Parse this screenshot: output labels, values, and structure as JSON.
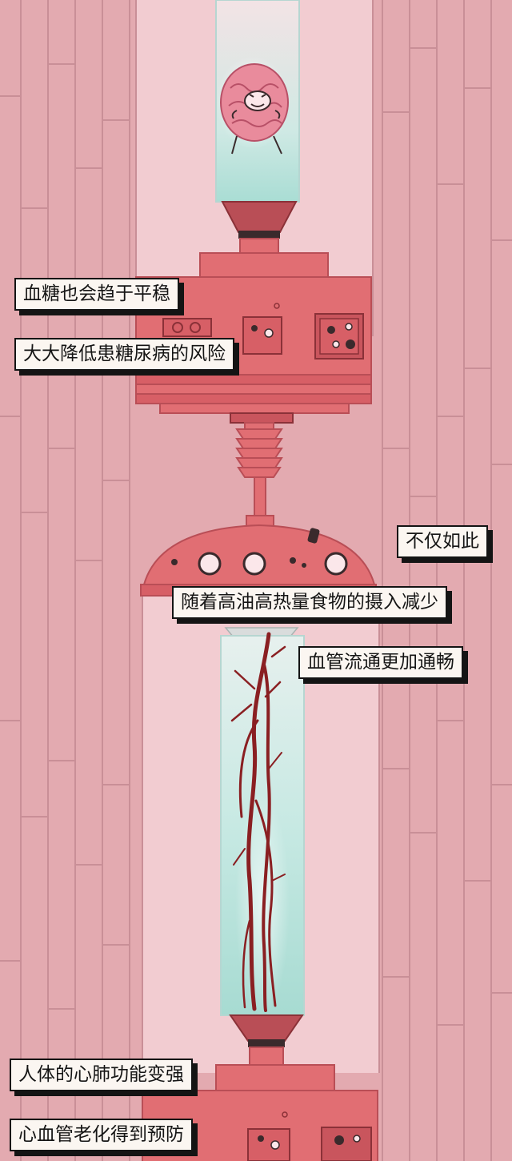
{
  "captions": [
    "血糖也会趋于平稳",
    "大大降低患糖尿病的风险",
    "不仅如此",
    "随着高油高热量食物的摄入减少",
    "血管流通更加通畅",
    "人体的心肺功能变强",
    "心血管老化得到预防"
  ],
  "illustration": {
    "upper_chamber": "intestine-character",
    "lower_chamber": "blood-vessel",
    "machine": "health-processing-machine"
  },
  "colors": {
    "wall": "#e3aab0",
    "wall_line": "#c98f97",
    "back_panel": "#f2ccd1",
    "machine": "#e16e73",
    "machine_dark": "#b94e56",
    "glass": "#c6ebe6",
    "caption_bg": "#fbf6f1",
    "vessel": "#8a1f22"
  }
}
